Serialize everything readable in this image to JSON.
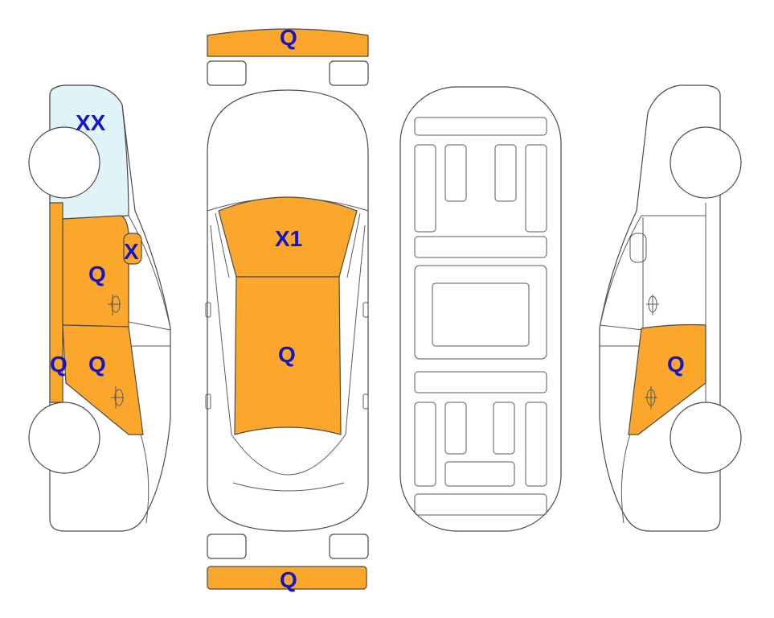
{
  "colors": {
    "damage_fill": "#FBA72B",
    "glass_fill": "#E0F3F8",
    "label_color": "#1414C8",
    "outline": "#4A4A4A"
  },
  "labels": {
    "front_bumper": "Q",
    "rear_bumper": "Q",
    "hood": "X1",
    "roof": "Q",
    "left_windshield": "XX",
    "left_mirror": "X",
    "left_front_door": "Q",
    "left_rear_door": "Q",
    "left_rocker": "Q",
    "right_rear_door": "Q"
  }
}
